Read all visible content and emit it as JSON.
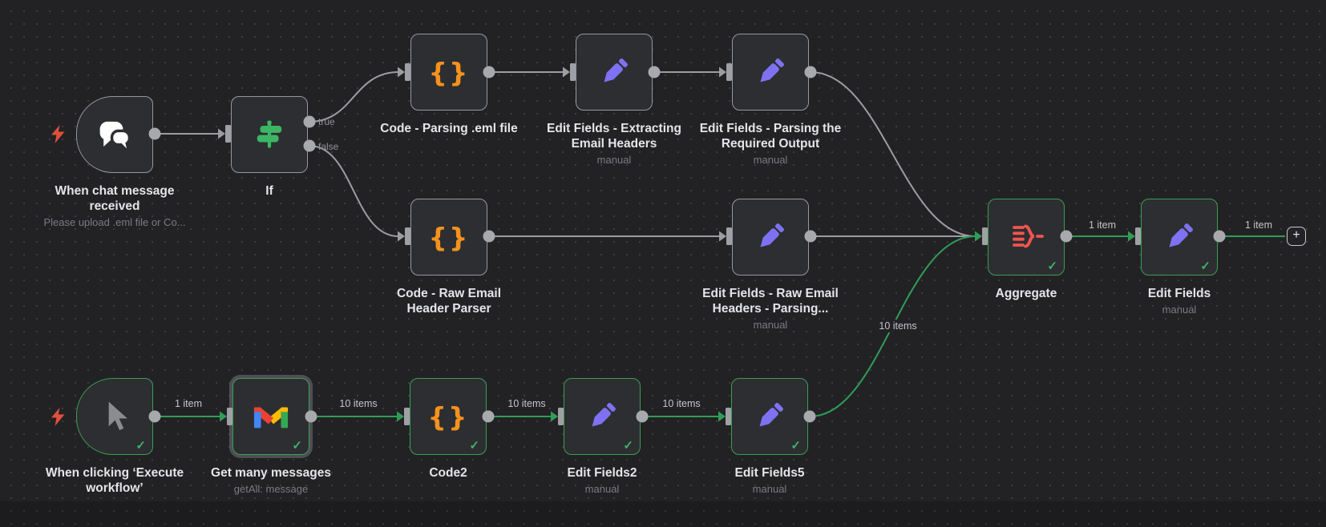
{
  "app": {
    "name": "n8n workflow canvas"
  },
  "colors": {
    "canvas_bg": "#222225",
    "node_border_gray": "#97989c",
    "success_green": "#3a9e52",
    "edge_gray": "#9c9da1",
    "edge_green": "#2f9e55",
    "code_orange": "#f5921d",
    "edit_purple": "#7e72f2",
    "aggregate_red": "#f2554e",
    "trigger_bolt_red": "#e2503c",
    "if_icon_green": "#3cb565"
  },
  "nodes": [
    {
      "id": "when-chat-message-received",
      "title": "When chat message\nreceived",
      "subtitle": "Please upload .eml file or Co...",
      "icon": "chat-bubbles",
      "executed": false,
      "trigger": true
    },
    {
      "id": "if",
      "title": "If",
      "subtitle": "",
      "icon": "signpost",
      "executed": false,
      "trigger": false
    },
    {
      "id": "code-parsing-eml-file",
      "title": "Code - Parsing .eml file",
      "subtitle": "",
      "icon": "code-braces",
      "executed": false,
      "trigger": false
    },
    {
      "id": "edit-fields-extracting-email-headers",
      "title": "Edit Fields - Extracting\nEmail Headers",
      "subtitle": "manual",
      "icon": "pencil",
      "executed": false,
      "trigger": false
    },
    {
      "id": "edit-fields-parsing-required-output",
      "title": "Edit Fields - Parsing the\nRequired Output",
      "subtitle": "manual",
      "icon": "pencil",
      "executed": false,
      "trigger": false
    },
    {
      "id": "code-raw-email-header-parser",
      "title": "Code - Raw Email\nHeader Parser",
      "subtitle": "",
      "icon": "code-braces",
      "executed": false,
      "trigger": false
    },
    {
      "id": "edit-fields-raw-email-headers",
      "title": "Edit Fields - Raw Email\nHeaders - Parsing...",
      "subtitle": "manual",
      "icon": "pencil",
      "executed": false,
      "trigger": false
    },
    {
      "id": "aggregate",
      "title": "Aggregate",
      "subtitle": "",
      "icon": "aggregate-funnel",
      "executed": true,
      "trigger": false
    },
    {
      "id": "edit-fields",
      "title": "Edit Fields",
      "subtitle": "manual",
      "icon": "pencil",
      "executed": true,
      "trigger": false
    },
    {
      "id": "when-clicking-execute-workflow",
      "title": "When clicking ‘Execute\nworkflow’",
      "subtitle": "",
      "icon": "cursor-arrow",
      "executed": true,
      "trigger": true
    },
    {
      "id": "get-many-messages",
      "title": "Get many messages",
      "subtitle": "getAll: message",
      "icon": "gmail",
      "executed": true,
      "trigger": false,
      "selected": true
    },
    {
      "id": "code2",
      "title": "Code2",
      "subtitle": "",
      "icon": "code-braces",
      "executed": true,
      "trigger": false
    },
    {
      "id": "edit-fields2",
      "title": "Edit Fields2",
      "subtitle": "manual",
      "icon": "pencil",
      "executed": true,
      "trigger": false
    },
    {
      "id": "edit-fields5",
      "title": "Edit Fields5",
      "subtitle": "manual",
      "icon": "pencil",
      "executed": true,
      "trigger": false
    }
  ],
  "if_outputs": {
    "true_label": "true",
    "false_label": "false"
  },
  "edge_labels": [
    "1 item",
    "10 items",
    "10 items",
    "10 items",
    "10 items",
    "1 item",
    "1 item"
  ],
  "add_button_label": "+"
}
